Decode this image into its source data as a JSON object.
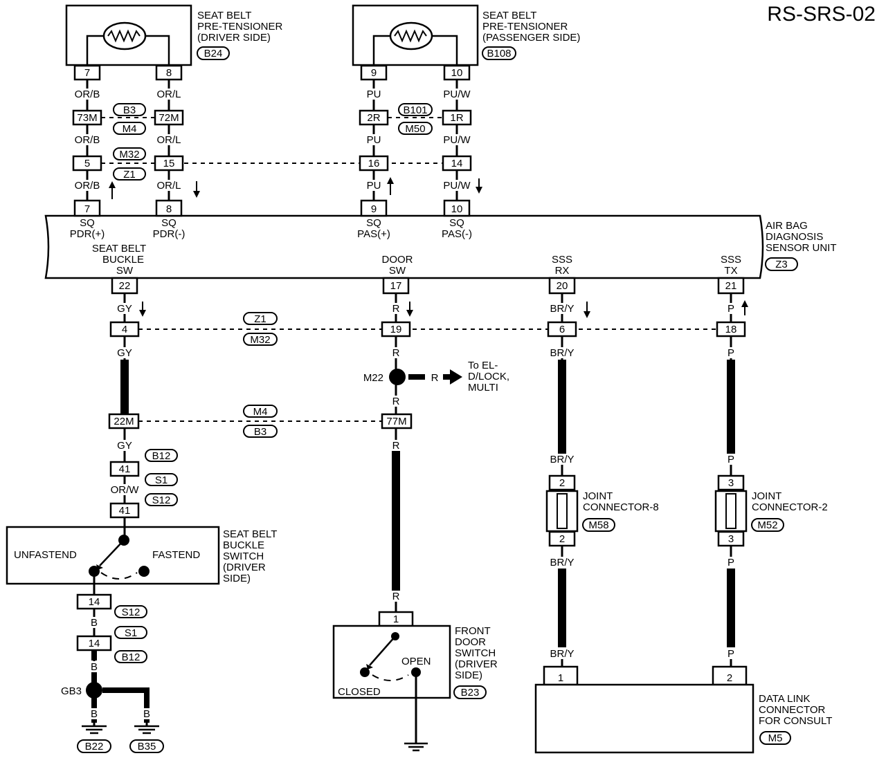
{
  "page_id": "RS-SRS-02",
  "pretensioner_driver": {
    "label": [
      "SEAT BELT",
      "PRE-TENSIONER",
      "(DRIVER SIDE)"
    ],
    "code": "B24",
    "pins": [
      "7",
      "8"
    ]
  },
  "pretensioner_passenger": {
    "label": [
      "SEAT BELT",
      "PRE-TENSIONER",
      "(PASSENGER SIDE)"
    ],
    "code": "B108",
    "pins": [
      "9",
      "10"
    ]
  },
  "driver_wires": {
    "w1": [
      "OR/B",
      "OR/L"
    ],
    "conn1": [
      "73M",
      "72M"
    ],
    "conn1_codes": [
      "B3",
      "M4"
    ],
    "w2": [
      "OR/B",
      "OR/L"
    ],
    "conn2": [
      "5",
      "15"
    ],
    "conn2_codes": [
      "M32",
      "Z1"
    ],
    "w3": [
      "OR/B",
      "OR/L"
    ]
  },
  "passenger_wires": {
    "w1": [
      "PU",
      "PU/W"
    ],
    "conn1": [
      "2R",
      "1R"
    ],
    "conn1_codes": [
      "B101",
      "M50"
    ],
    "w2": [
      "PU",
      "PU/W"
    ],
    "conn2": [
      "16",
      "14"
    ],
    "w3": [
      "PU",
      "PU/W"
    ]
  },
  "sensor_unit": {
    "label": [
      "AIR BAG",
      "DIAGNOSIS",
      "SENSOR  UNIT"
    ],
    "code": "Z3",
    "top_pins": [
      "7",
      "8",
      "9",
      "10"
    ],
    "top_terms": [
      [
        "SQ",
        "PDR(+)"
      ],
      [
        "SQ",
        "PDR(-)"
      ],
      [
        "SQ",
        "PAS(+)"
      ],
      [
        "SQ",
        "PAS(-)"
      ]
    ],
    "bottom_terms": [
      [
        "SEAT BELT",
        "BUCKLE",
        "SW"
      ],
      [
        "DOOR",
        "SW"
      ],
      [
        "SSS",
        "RX"
      ],
      [
        "SSS",
        "TX"
      ]
    ],
    "bottom_pins": [
      "22",
      "17",
      "20",
      "21"
    ]
  },
  "lower": {
    "wires_a": [
      "GY",
      "R",
      "BR/Y",
      "P"
    ],
    "conn_row1": [
      "4",
      "19",
      "6",
      "18"
    ],
    "conn_row1_codes": [
      "Z1",
      "M32"
    ],
    "wires_b": [
      "GY",
      "R",
      "BR/Y",
      "P"
    ],
    "splice": {
      "name": "M22",
      "wire": "R",
      "to": [
        "To EL-",
        "D/LOCK,",
        "MULTI"
      ],
      "wire_below": "R"
    },
    "conn_row2": [
      "22M",
      "77M"
    ],
    "conn_row2_codes": [
      "M4",
      "B3"
    ],
    "wire_c": [
      "GY",
      "R"
    ]
  },
  "buckle_chain": {
    "conn_a": "41",
    "conn_a_code": "B12",
    "wire": "OR/W",
    "mid_code": "S1",
    "conn_b": "41",
    "conn_b_code": "S12"
  },
  "buckle_switch": {
    "label": [
      "SEAT  BELT",
      "BUCKLE",
      "SWITCH",
      "(DRIVER",
      " SIDE)"
    ],
    "left": "UNFASTEND",
    "right": "FASTEND"
  },
  "ground_chain": {
    "conn_a": "14",
    "conn_a_code": "S12",
    "wire": "B",
    "mid_code": "S1",
    "conn_b": "14",
    "conn_b_code": "B12",
    "wire2": "B",
    "ground_name": "GB3",
    "wire_l": "B",
    "wire_r": "B",
    "grounds": [
      "B22",
      "B35"
    ]
  },
  "door_switch": {
    "wire": "R",
    "pin": "1",
    "label": [
      "FRONT",
      "DOOR",
      "SWITCH",
      "(DRIVER",
      "SIDE)"
    ],
    "open": "OPEN",
    "closed": "CLOSED",
    "code": "B23"
  },
  "joint8": {
    "wire_top": "BR/Y",
    "pins": [
      "2",
      "2"
    ],
    "label": [
      "JOINT",
      "CONNECTOR-8"
    ],
    "code": "M58",
    "wire_bottom": "BR/Y",
    "wire_dl": "BR/Y"
  },
  "joint2": {
    "wire_top": "P",
    "pins": [
      "3",
      "3"
    ],
    "label": [
      "JOINT",
      "CONNECTOR-2"
    ],
    "code": "M52",
    "wire_bottom": "P",
    "wire_dl": "P"
  },
  "data_link": {
    "pins": [
      "1",
      "2"
    ],
    "label": [
      "DATA LINK",
      "CONNECTOR",
      "FOR  CONSULT"
    ],
    "code": "M5"
  }
}
